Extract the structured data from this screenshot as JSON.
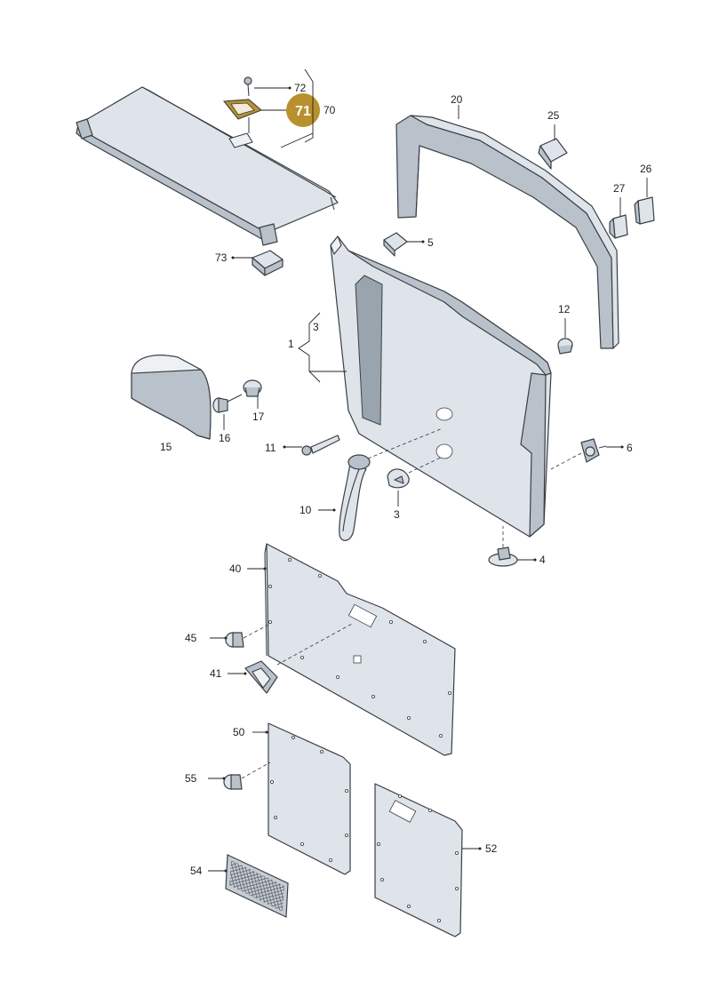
{
  "colors": {
    "highlight": "#b8912e",
    "part_fill": "#dfe4ea",
    "part_dark": "#b9c1ca",
    "line": "#3a3f46"
  },
  "highlighted_part": "71",
  "labels": {
    "p1": "1",
    "p3a": "3",
    "p3b": "3",
    "p4": "4",
    "p5": "5",
    "p6": "6",
    "p10": "10",
    "p11": "11",
    "p12": "12",
    "p15": "15",
    "p16": "16",
    "p17": "17",
    "p20": "20",
    "p25": "25",
    "p26": "26",
    "p27": "27",
    "p40": "40",
    "p41": "41",
    "p45": "45",
    "p50": "50",
    "p52": "52",
    "p54": "54",
    "p55": "55",
    "p70": "70",
    "p71": "71",
    "p72": "72",
    "p73": "73"
  }
}
